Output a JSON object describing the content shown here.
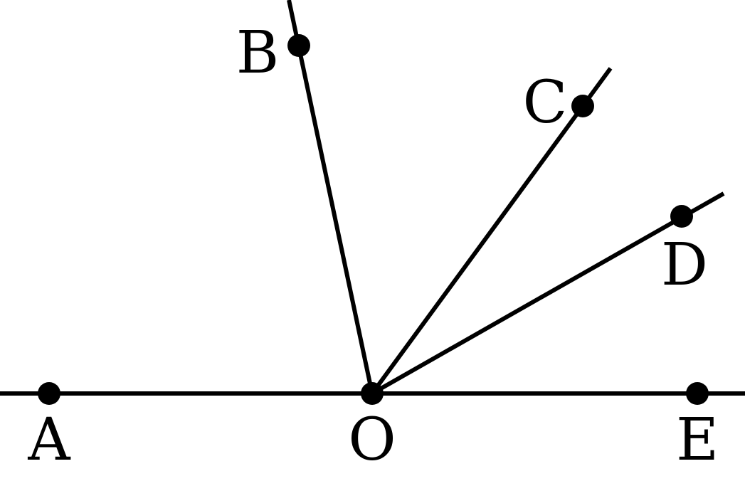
{
  "labels": {
    "A": "A",
    "B": "B",
    "C": "C",
    "D": "D",
    "E": "E",
    "O": "O"
  },
  "colors": {
    "stroke": "#000000",
    "background": "#ffffff"
  }
}
